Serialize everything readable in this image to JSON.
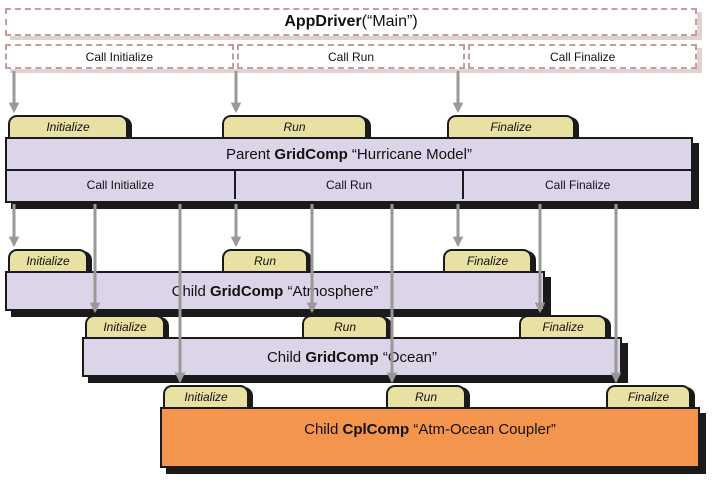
{
  "appdriver": {
    "title_bold": "AppDriver",
    "title_rest": " (“Main”)",
    "calls": [
      "Call Initialize",
      "Call Run",
      "Call Finalize"
    ]
  },
  "parent": {
    "title_prefix": "Parent ",
    "title_comp": "GridComp",
    "title_name": " “Hurricane Model”",
    "tabs": [
      "Initialize",
      "Run",
      "Finalize"
    ],
    "calls": [
      "Call Initialize",
      "Call Run",
      "Call Finalize"
    ]
  },
  "children": [
    {
      "title_prefix": "Child ",
      "title_comp": "GridComp",
      "title_name": " “Atmosphere”",
      "tabs": [
        "Initialize",
        "Run",
        "Finalize"
      ]
    },
    {
      "title_prefix": "Child ",
      "title_comp": "GridComp",
      "title_name": " “Ocean”",
      "tabs": [
        "Initialize",
        "Run",
        "Finalize"
      ]
    },
    {
      "title_prefix": "Child ",
      "title_comp": "CplComp",
      "title_name": " “Atm-Ocean Coupler”",
      "tabs": [
        "Initialize",
        "Run",
        "Finalize"
      ]
    }
  ],
  "colors": {
    "lavender": "#dcd4e8",
    "tab": "#e9e0a3",
    "orange": "#f4954e",
    "arrow": "#999999",
    "ink": "#1a1a1a",
    "driver-border": "#c89c9c"
  }
}
